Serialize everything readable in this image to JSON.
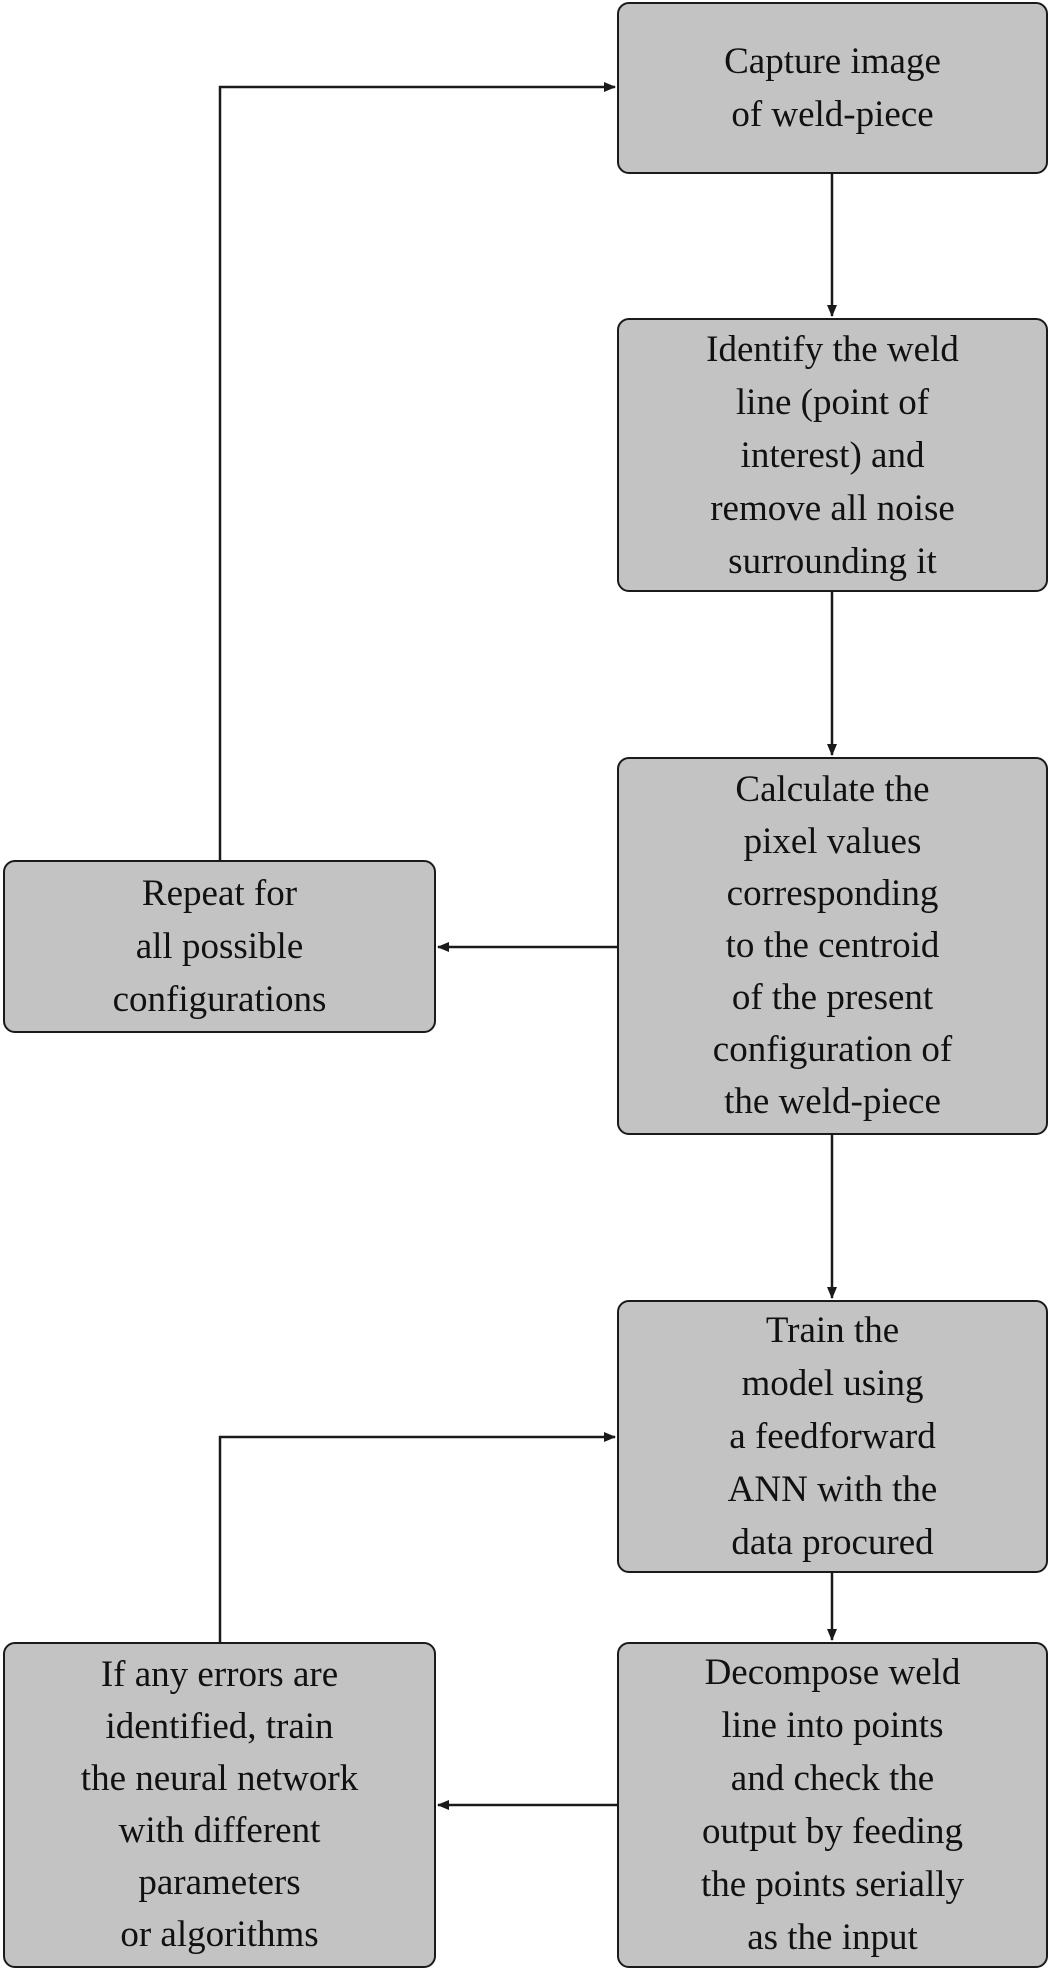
{
  "nodes": {
    "capture": "Capture image\nof weld-piece",
    "identify": "Identify the weld\nline (point of\ninterest) and\nremove all noise\nsurrounding it",
    "calculate": "Calculate the\npixel values\ncorresponding\nto the centroid\nof the present\nconfiguration of\nthe weld-piece",
    "repeat": "Repeat for\nall possible\nconfigurations",
    "train": "Train the\nmodel using\na feedforward\nANN with the\ndata procured",
    "decompose": "Decompose weld\nline into points\nand check the\noutput by feeding\nthe points serially\nas the input",
    "errors": "If any errors are\nidentified, train\nthe neural network\nwith different\nparameters\nor algorithms"
  },
  "colors": {
    "box_fill": "#c3c3c3",
    "box_border": "#1a1a1a",
    "arrow": "#1a1a1a",
    "background": "#ffffff"
  }
}
